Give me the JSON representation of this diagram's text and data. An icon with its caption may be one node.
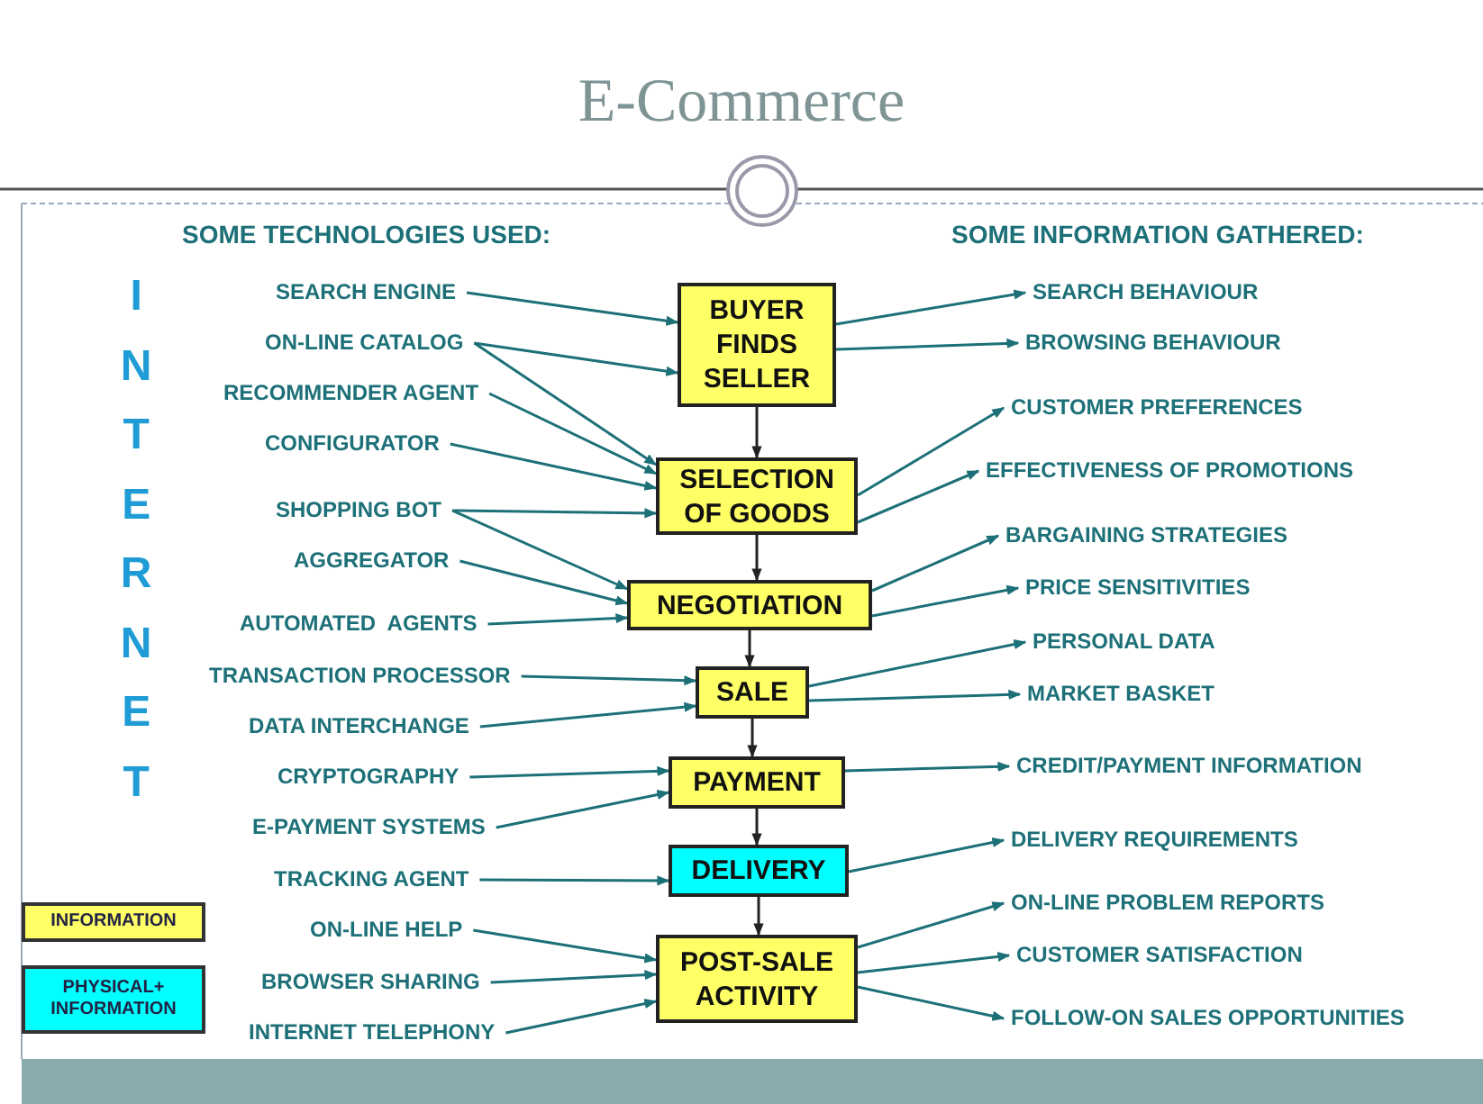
{
  "diagram": {
    "title": "E-Commerce",
    "nodes": [
      {
        "text": [
          "BUYER FINDS SELLER"
        ]
      },
      {
        "text": [
          "SELECTION OF GOODS"
        ]
      },
      {
        "text": [
          "NEGOTIATION"
        ]
      },
      {
        "text": [
          "SALE"
        ]
      },
      {
        "text": [
          "PAYMENT"
        ]
      },
      {
        "text": [
          "DELIVERY"
        ]
      },
      {
        "text": [
          "POST-SALE ACTIVITY"
        ]
      },
      {
        "text": [
          "SEARCH ENGINE"
        ]
      },
      {
        "text": [
          "ON-LINE CATALOG"
        ]
      },
      {
        "text": [
          "RECOMMENDER AGENT"
        ]
      },
      {
        "text": [
          "CONFIGURATOR"
        ]
      },
      {
        "text": [
          "SHOPPING BOT"
        ]
      },
      {
        "text": [
          "AGGREGATOR"
        ]
      },
      {
        "text": [
          "AUTOMATED  AGENTS"
        ]
      },
      {
        "text": [
          "TRANSACTION PROCESSOR"
        ]
      },
      {
        "text": [
          "DATA INTERCHANGE"
        ]
      },
      {
        "text": [
          "CRYPTOGRAPHY"
        ]
      },
      {
        "text": [
          "E-PAYMENT SYSTEMS"
        ]
      },
      {
        "text": [
          "TRACKING AGENT"
        ]
      },
      {
        "text": [
          "ON-LINE HELP"
        ]
      },
      {
        "text": [
          "BROWSER SHARING"
        ]
      },
      {
        "text": [
          "INTERNET TELEPHONY"
        ]
      },
      {
        "text": [
          "SEARCH BEHAVIOUR"
        ]
      },
      {
        "text": [
          "BROWSING BEHAVIOUR"
        ]
      },
      {
        "text": [
          "CUSTOMER PREFERENCES"
        ]
      },
      {
        "text": [
          "EFFECTIVENESS OF PROMOTIONS"
        ]
      },
      {
        "text": [
          "BARGAINING STRATEGIES"
        ]
      },
      {
        "text": [
          "PRICE SENSITIVITIES"
        ]
      },
      {
        "text": [
          "PERSONAL DATA"
        ]
      },
      {
        "text": [
          "MARKET BASKET"
        ]
      },
      {
        "text": [
          "CREDIT/PAYMENT INFORMATION"
        ]
      },
      {
        "text": [
          "DELIVERY REQUIREMENTS"
        ]
      },
      {
        "text": [
          "ON-LINE PROBLEM REPORTS"
        ]
      },
      {
        "text": [
          "CUSTOMER SATISFACTION"
        ]
      },
      {
        "text": [
          "FOLLOW-ON SALES OPPORTUNITIES"
        ]
      }
    ],
    "edges": [
      {
        "from": 0,
        "to": 1,
        "arrow": "to",
        "color": "#222222"
      },
      {
        "from": 1,
        "to": 2,
        "arrow": "to",
        "color": "#222222"
      },
      {
        "from": 2,
        "to": 3,
        "arrow": "to",
        "color": "#222222"
      },
      {
        "from": 3,
        "to": 4,
        "arrow": "to",
        "color": "#222222"
      },
      {
        "from": 4,
        "to": 5,
        "arrow": "to",
        "color": "#222222"
      },
      {
        "from": 5,
        "to": 6,
        "arrow": "to",
        "color": "#222222"
      },
      {
        "from": 7,
        "to": 0,
        "arrow": "to"
      },
      {
        "from": 8,
        "to": 0,
        "arrow": "to"
      },
      {
        "from": 8,
        "to": 1,
        "arrow": "to"
      },
      {
        "from": 9,
        "to": 1,
        "arrow": "to"
      },
      {
        "from": 10,
        "to": 1,
        "arrow": "to"
      },
      {
        "from": 11,
        "to": 1,
        "arrow": "to"
      },
      {
        "from": 11,
        "to": 2,
        "arrow": "to"
      },
      {
        "from": 12,
        "to": 2,
        "arrow": "to"
      },
      {
        "from": 13,
        "to": 2,
        "arrow": "to"
      },
      {
        "from": 14,
        "to": 3,
        "arrow": "to"
      },
      {
        "from": 15,
        "to": 3,
        "arrow": "to"
      },
      {
        "from": 16,
        "to": 4,
        "arrow": "to"
      },
      {
        "from": 17,
        "to": 4,
        "arrow": "to"
      },
      {
        "from": 18,
        "to": 5,
        "arrow": "to"
      },
      {
        "from": 19,
        "to": 6,
        "arrow": "to"
      },
      {
        "from": 20,
        "to": 6,
        "arrow": "to"
      },
      {
        "from": 21,
        "to": 6,
        "arrow": "to"
      },
      {
        "from": 0,
        "to": 22,
        "arrow": "to"
      },
      {
        "from": 0,
        "to": 23,
        "arrow": "to"
      },
      {
        "from": 1,
        "to": 24,
        "arrow": "to"
      },
      {
        "from": 1,
        "to": 25,
        "arrow": "to"
      },
      {
        "from": 2,
        "to": 26,
        "arrow": "to"
      },
      {
        "from": 2,
        "to": 27,
        "arrow": "to"
      },
      {
        "from": 3,
        "to": 28,
        "arrow": "to"
      },
      {
        "from": 3,
        "to": 29,
        "arrow": "to"
      },
      {
        "from": 4,
        "to": 30,
        "arrow": "to"
      },
      {
        "from": 5,
        "to": 31,
        "arrow": "to"
      },
      {
        "from": 6,
        "to": 32,
        "arrow": "to"
      },
      {
        "from": 6,
        "to": 33,
        "arrow": "to"
      },
      {
        "from": 6,
        "to": 34,
        "arrow": "to"
      }
    ],
    "labels": [
      "SOME TECHNOLOGIES USED:",
      "SOME INFORMATION GATHERED:",
      "INTERNET"
    ],
    "legend": [
      {
        "text": "INFORMATION",
        "color": "#ffff66"
      },
      {
        "text": "PHYSICAL+ INFORMATION",
        "color": "#00ffff"
      }
    ]
  }
}
